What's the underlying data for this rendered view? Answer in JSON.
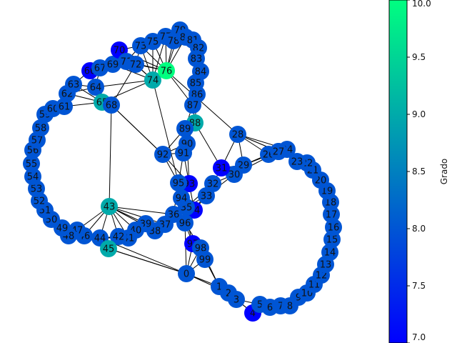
{
  "colorbar": {
    "title": "Grado",
    "ticks": [
      "7.0",
      "7.5",
      "8.0",
      "8.5",
      "9.0",
      "9.5",
      "10.0"
    ],
    "min": 7.0,
    "max": 10.0,
    "color_stops": [
      "#0000ff",
      "#0080bf",
      "#00ff80"
    ]
  },
  "graph": {
    "nodes": [
      {
        "id": "0",
        "degree": 8
      },
      {
        "id": "1",
        "degree": 8
      },
      {
        "id": "2",
        "degree": 8
      },
      {
        "id": "3",
        "degree": 8
      },
      {
        "id": "4",
        "degree": 7
      },
      {
        "id": "5",
        "degree": 8
      },
      {
        "id": "6",
        "degree": 8
      },
      {
        "id": "7",
        "degree": 8
      },
      {
        "id": "8",
        "degree": 8
      },
      {
        "id": "9",
        "degree": 8
      },
      {
        "id": "10",
        "degree": 8
      },
      {
        "id": "11",
        "degree": 8
      },
      {
        "id": "12",
        "degree": 8
      },
      {
        "id": "13",
        "degree": 8
      },
      {
        "id": "14",
        "degree": 8
      },
      {
        "id": "15",
        "degree": 8
      },
      {
        "id": "16",
        "degree": 8
      },
      {
        "id": "17",
        "degree": 8
      },
      {
        "id": "18",
        "degree": 8
      },
      {
        "id": "19",
        "degree": 8
      },
      {
        "id": "20",
        "degree": 8
      },
      {
        "id": "21",
        "degree": 8
      },
      {
        "id": "22",
        "degree": 8
      },
      {
        "id": "23",
        "degree": 8
      },
      {
        "id": "24",
        "degree": 8
      },
      {
        "id": "25",
        "degree": 8
      },
      {
        "id": "26",
        "degree": 8
      },
      {
        "id": "27",
        "degree": 8
      },
      {
        "id": "28",
        "degree": 8
      },
      {
        "id": "29",
        "degree": 8
      },
      {
        "id": "30",
        "degree": 8
      },
      {
        "id": "31",
        "degree": 7
      },
      {
        "id": "32",
        "degree": 8
      },
      {
        "id": "33",
        "degree": 8
      },
      {
        "id": "34",
        "degree": 7
      },
      {
        "id": "35",
        "degree": 8
      },
      {
        "id": "36",
        "degree": 8
      },
      {
        "id": "37",
        "degree": 8
      },
      {
        "id": "38",
        "degree": 8
      },
      {
        "id": "39",
        "degree": 8
      },
      {
        "id": "40",
        "degree": 8
      },
      {
        "id": "41",
        "degree": 8
      },
      {
        "id": "42",
        "degree": 8
      },
      {
        "id": "43",
        "degree": 9
      },
      {
        "id": "44",
        "degree": 8
      },
      {
        "id": "45",
        "degree": 9
      },
      {
        "id": "46",
        "degree": 8
      },
      {
        "id": "47",
        "degree": 8
      },
      {
        "id": "48",
        "degree": 8
      },
      {
        "id": "49",
        "degree": 8
      },
      {
        "id": "50",
        "degree": 8
      },
      {
        "id": "51",
        "degree": 8
      },
      {
        "id": "52",
        "degree": 8
      },
      {
        "id": "53",
        "degree": 8
      },
      {
        "id": "54",
        "degree": 8
      },
      {
        "id": "55",
        "degree": 8
      },
      {
        "id": "56",
        "degree": 8
      },
      {
        "id": "57",
        "degree": 8
      },
      {
        "id": "58",
        "degree": 8
      },
      {
        "id": "59",
        "degree": 8
      },
      {
        "id": "60",
        "degree": 8
      },
      {
        "id": "61",
        "degree": 8
      },
      {
        "id": "62",
        "degree": 8
      },
      {
        "id": "63",
        "degree": 8
      },
      {
        "id": "64",
        "degree": 8
      },
      {
        "id": "65",
        "degree": 9
      },
      {
        "id": "66",
        "degree": 7
      },
      {
        "id": "67",
        "degree": 8
      },
      {
        "id": "68",
        "degree": 8
      },
      {
        "id": "69",
        "degree": 8
      },
      {
        "id": "70",
        "degree": 7
      },
      {
        "id": "71",
        "degree": 8
      },
      {
        "id": "72",
        "degree": 8
      },
      {
        "id": "73",
        "degree": 8
      },
      {
        "id": "74",
        "degree": 9
      },
      {
        "id": "75",
        "degree": 8
      },
      {
        "id": "76",
        "degree": 10
      },
      {
        "id": "77",
        "degree": 8
      },
      {
        "id": "78",
        "degree": 8
      },
      {
        "id": "79",
        "degree": 8
      },
      {
        "id": "80",
        "degree": 8
      },
      {
        "id": "81",
        "degree": 8
      },
      {
        "id": "82",
        "degree": 8
      },
      {
        "id": "83",
        "degree": 8
      },
      {
        "id": "84",
        "degree": 8
      },
      {
        "id": "85",
        "degree": 8
      },
      {
        "id": "86",
        "degree": 8
      },
      {
        "id": "87",
        "degree": 8
      },
      {
        "id": "88",
        "degree": 9
      },
      {
        "id": "89",
        "degree": 8
      },
      {
        "id": "90",
        "degree": 8
      },
      {
        "id": "91",
        "degree": 8
      },
      {
        "id": "92",
        "degree": 8
      },
      {
        "id": "93",
        "degree": 7
      },
      {
        "id": "94",
        "degree": 8
      },
      {
        "id": "95",
        "degree": 8
      },
      {
        "id": "96",
        "degree": 8
      },
      {
        "id": "97",
        "degree": 7
      },
      {
        "id": "98",
        "degree": 8
      },
      {
        "id": "99",
        "degree": 8
      }
    ],
    "edges": [
      [
        "0",
        "1"
      ],
      [
        "0",
        "2"
      ],
      [
        "0",
        "96"
      ],
      [
        "0",
        "97"
      ],
      [
        "0",
        "98"
      ],
      [
        "0",
        "99"
      ],
      [
        "0",
        "45"
      ],
      [
        "0",
        "44"
      ],
      [
        "1",
        "2"
      ],
      [
        "1",
        "3"
      ],
      [
        "1",
        "99"
      ],
      [
        "1",
        "98"
      ],
      [
        "2",
        "3"
      ],
      [
        "2",
        "4"
      ],
      [
        "3",
        "4"
      ],
      [
        "3",
        "5"
      ],
      [
        "4",
        "5"
      ],
      [
        "4",
        "6"
      ],
      [
        "5",
        "6"
      ],
      [
        "5",
        "7"
      ],
      [
        "6",
        "7"
      ],
      [
        "6",
        "8"
      ],
      [
        "7",
        "8"
      ],
      [
        "7",
        "9"
      ],
      [
        "8",
        "9"
      ],
      [
        "8",
        "10"
      ],
      [
        "9",
        "10"
      ],
      [
        "9",
        "11"
      ],
      [
        "10",
        "11"
      ],
      [
        "10",
        "12"
      ],
      [
        "11",
        "12"
      ],
      [
        "11",
        "13"
      ],
      [
        "12",
        "13"
      ],
      [
        "12",
        "14"
      ],
      [
        "13",
        "14"
      ],
      [
        "13",
        "15"
      ],
      [
        "14",
        "15"
      ],
      [
        "14",
        "16"
      ],
      [
        "15",
        "16"
      ],
      [
        "15",
        "17"
      ],
      [
        "16",
        "17"
      ],
      [
        "16",
        "18"
      ],
      [
        "17",
        "18"
      ],
      [
        "17",
        "19"
      ],
      [
        "18",
        "19"
      ],
      [
        "18",
        "20"
      ],
      [
        "19",
        "20"
      ],
      [
        "19",
        "21"
      ],
      [
        "20",
        "21"
      ],
      [
        "20",
        "22"
      ],
      [
        "21",
        "22"
      ],
      [
        "21",
        "23"
      ],
      [
        "22",
        "23"
      ],
      [
        "22",
        "24"
      ],
      [
        "23",
        "24"
      ],
      [
        "23",
        "25"
      ],
      [
        "24",
        "25"
      ],
      [
        "24",
        "26"
      ],
      [
        "24",
        "28"
      ],
      [
        "25",
        "26"
      ],
      [
        "25",
        "27"
      ],
      [
        "25",
        "28"
      ],
      [
        "26",
        "27"
      ],
      [
        "26",
        "29"
      ],
      [
        "26",
        "28"
      ],
      [
        "27",
        "29"
      ],
      [
        "27",
        "30"
      ],
      [
        "27",
        "28"
      ],
      [
        "28",
        "29"
      ],
      [
        "28",
        "31"
      ],
      [
        "28",
        "76"
      ],
      [
        "29",
        "30"
      ],
      [
        "29",
        "31"
      ],
      [
        "30",
        "31"
      ],
      [
        "30",
        "32"
      ],
      [
        "30",
        "33"
      ],
      [
        "31",
        "32"
      ],
      [
        "31",
        "88"
      ],
      [
        "32",
        "33"
      ],
      [
        "32",
        "34"
      ],
      [
        "32",
        "35"
      ],
      [
        "33",
        "34"
      ],
      [
        "33",
        "35"
      ],
      [
        "34",
        "35"
      ],
      [
        "34",
        "36"
      ],
      [
        "34",
        "93"
      ],
      [
        "34",
        "94"
      ],
      [
        "35",
        "36"
      ],
      [
        "35",
        "37"
      ],
      [
        "35",
        "96"
      ],
      [
        "36",
        "37"
      ],
      [
        "36",
        "38"
      ],
      [
        "36",
        "43"
      ],
      [
        "36",
        "95"
      ],
      [
        "37",
        "38"
      ],
      [
        "37",
        "39"
      ],
      [
        "37",
        "43"
      ],
      [
        "38",
        "39"
      ],
      [
        "38",
        "40"
      ],
      [
        "38",
        "43"
      ],
      [
        "39",
        "40"
      ],
      [
        "39",
        "41"
      ],
      [
        "39",
        "43"
      ],
      [
        "40",
        "41"
      ],
      [
        "40",
        "42"
      ],
      [
        "40",
        "43"
      ],
      [
        "41",
        "42"
      ],
      [
        "41",
        "44"
      ],
      [
        "41",
        "43"
      ],
      [
        "42",
        "44"
      ],
      [
        "42",
        "45"
      ],
      [
        "42",
        "43"
      ],
      [
        "43",
        "44"
      ],
      [
        "43",
        "46"
      ],
      [
        "43",
        "47"
      ],
      [
        "43",
        "68"
      ],
      [
        "44",
        "45"
      ],
      [
        "44",
        "46"
      ],
      [
        "45",
        "46"
      ],
      [
        "45",
        "47"
      ],
      [
        "46",
        "47"
      ],
      [
        "46",
        "48"
      ],
      [
        "47",
        "48"
      ],
      [
        "47",
        "49"
      ],
      [
        "48",
        "49"
      ],
      [
        "48",
        "50"
      ],
      [
        "49",
        "50"
      ],
      [
        "49",
        "51"
      ],
      [
        "50",
        "51"
      ],
      [
        "50",
        "52"
      ],
      [
        "51",
        "52"
      ],
      [
        "51",
        "53"
      ],
      [
        "52",
        "53"
      ],
      [
        "52",
        "54"
      ],
      [
        "53",
        "54"
      ],
      [
        "53",
        "55"
      ],
      [
        "54",
        "55"
      ],
      [
        "54",
        "56"
      ],
      [
        "55",
        "56"
      ],
      [
        "55",
        "57"
      ],
      [
        "56",
        "57"
      ],
      [
        "56",
        "58"
      ],
      [
        "57",
        "58"
      ],
      [
        "57",
        "59"
      ],
      [
        "58",
        "59"
      ],
      [
        "58",
        "60"
      ],
      [
        "59",
        "60"
      ],
      [
        "59",
        "61"
      ],
      [
        "60",
        "61"
      ],
      [
        "60",
        "62"
      ],
      [
        "61",
        "62"
      ],
      [
        "61",
        "63"
      ],
      [
        "61",
        "65"
      ],
      [
        "62",
        "63"
      ],
      [
        "62",
        "64"
      ],
      [
        "62",
        "65"
      ],
      [
        "63",
        "64"
      ],
      [
        "63",
        "65"
      ],
      [
        "63",
        "66"
      ],
      [
        "64",
        "65"
      ],
      [
        "64",
        "66"
      ],
      [
        "64",
        "67"
      ],
      [
        "64",
        "68"
      ],
      [
        "64",
        "74"
      ],
      [
        "65",
        "66"
      ],
      [
        "65",
        "68"
      ],
      [
        "65",
        "74"
      ],
      [
        "66",
        "67"
      ],
      [
        "66",
        "69"
      ],
      [
        "67",
        "69"
      ],
      [
        "67",
        "71"
      ],
      [
        "68",
        "92"
      ],
      [
        "68",
        "72"
      ],
      [
        "69",
        "71"
      ],
      [
        "69",
        "72"
      ],
      [
        "69",
        "74"
      ],
      [
        "70",
        "71"
      ],
      [
        "70",
        "73"
      ],
      [
        "70",
        "74"
      ],
      [
        "70",
        "76"
      ],
      [
        "71",
        "72"
      ],
      [
        "71",
        "73"
      ],
      [
        "71",
        "76"
      ],
      [
        "72",
        "73"
      ],
      [
        "72",
        "74"
      ],
      [
        "72",
        "76"
      ],
      [
        "73",
        "75"
      ],
      [
        "73",
        "74"
      ],
      [
        "73",
        "76"
      ],
      [
        "74",
        "75"
      ],
      [
        "74",
        "76"
      ],
      [
        "74",
        "77"
      ],
      [
        "74",
        "95"
      ],
      [
        "75",
        "76"
      ],
      [
        "75",
        "77"
      ],
      [
        "75",
        "78"
      ],
      [
        "76",
        "77"
      ],
      [
        "76",
        "78"
      ],
      [
        "76",
        "79"
      ],
      [
        "76",
        "80"
      ],
      [
        "76",
        "87"
      ],
      [
        "77",
        "78"
      ],
      [
        "77",
        "79"
      ],
      [
        "78",
        "79"
      ],
      [
        "78",
        "80"
      ],
      [
        "79",
        "80"
      ],
      [
        "79",
        "81"
      ],
      [
        "80",
        "81"
      ],
      [
        "80",
        "82"
      ],
      [
        "81",
        "82"
      ],
      [
        "81",
        "83"
      ],
      [
        "82",
        "83"
      ],
      [
        "82",
        "84"
      ],
      [
        "83",
        "84"
      ],
      [
        "83",
        "85"
      ],
      [
        "84",
        "85"
      ],
      [
        "84",
        "86"
      ],
      [
        "85",
        "86"
      ],
      [
        "85",
        "87"
      ],
      [
        "86",
        "87"
      ],
      [
        "86",
        "88"
      ],
      [
        "87",
        "88"
      ],
      [
        "87",
        "89"
      ],
      [
        "88",
        "89"
      ],
      [
        "88",
        "90"
      ],
      [
        "89",
        "90"
      ],
      [
        "89",
        "91"
      ],
      [
        "89",
        "92"
      ],
      [
        "90",
        "91"
      ],
      [
        "90",
        "92"
      ],
      [
        "90",
        "93"
      ],
      [
        "91",
        "92"
      ],
      [
        "91",
        "93"
      ],
      [
        "91",
        "95"
      ],
      [
        "92",
        "93"
      ],
      [
        "92",
        "95"
      ],
      [
        "93",
        "94"
      ],
      [
        "93",
        "95"
      ],
      [
        "94",
        "95"
      ],
      [
        "94",
        "96"
      ],
      [
        "94",
        "97"
      ],
      [
        "95",
        "96"
      ],
      [
        "96",
        "97"
      ],
      [
        "96",
        "98"
      ],
      [
        "97",
        "98"
      ],
      [
        "97",
        "99"
      ],
      [
        "98",
        "99"
      ],
      [
        "45",
        "0"
      ],
      [
        "92",
        "68"
      ]
    ]
  }
}
